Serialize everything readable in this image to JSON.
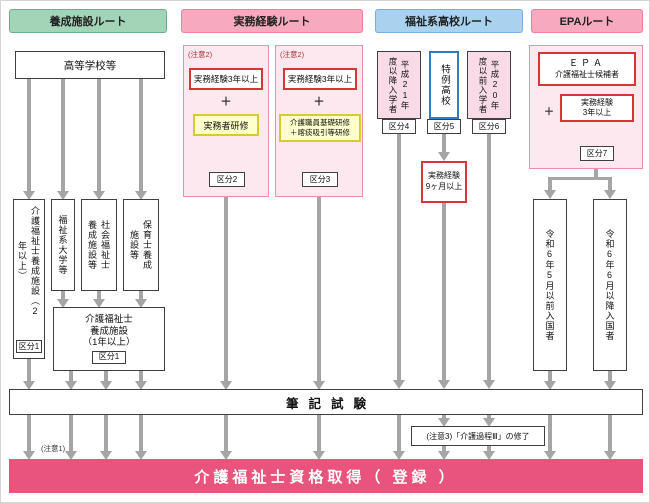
{
  "headers": {
    "training_facility": "養成施設ルート",
    "work_experience": "実務経験ルート",
    "welfare_highschool": "福祉系高校ルート",
    "epa": "EPAルート"
  },
  "training_facility": {
    "high_school": "高等学校等",
    "kaigo_2yr": "介護福祉士養成施設（2年以上）",
    "kaigo_2yr_kubun": "区分1",
    "welfare_univ": "福祉系大学等",
    "social_worker_facility": "社会福祉士養成施設等",
    "childcare_facility": "保育士養成施設等",
    "kaigo_1yr_line1": "介護福祉士",
    "kaigo_1yr_line2": "養成施設",
    "kaigo_1yr_line3": "（1年以上）",
    "kaigo_1yr_kubun": "区分1"
  },
  "work_experience": {
    "note": "(注意2)",
    "exp_3yr": "実務経験3年以上",
    "plus": "＋",
    "jitsumusha_training": "実務者研修",
    "kubun2": "区分2",
    "kiso_training_line1": "介護職員基礎研修",
    "kiso_training_line2": "＋喀痰吸引等研修",
    "kubun3": "区分3"
  },
  "welfare_highschool": {
    "h21_after": "平成21年度以降入学者",
    "kubun4": "区分4",
    "tokurei": "特例高校",
    "kubun5": "区分5",
    "h20_before": "平成20年度以前入学者",
    "kubun6": "区分6",
    "exp_9mo_line1": "実務経験",
    "exp_9mo_line2": "9ヶ月以上"
  },
  "epa": {
    "candidate_line1": "ＥＰＡ",
    "candidate_line2": "介護福祉士候補者",
    "plus": "＋",
    "exp_3yr_line1": "実務経験",
    "exp_3yr_line2": "3年以上",
    "kubun7": "区分7",
    "entry_before_may": "令和6年5月以前入国者",
    "entry_after_june": "令和6年6月以降入国者"
  },
  "bottom": {
    "written_exam": "筆記試験",
    "note1": "(注意1)",
    "note3": "(注意3)「介護過程Ⅲ」の修了",
    "final": "介護福祉士資格取得（ 登録 ）"
  },
  "colors": {
    "green_header": "#a2d5b8",
    "pink_header": "#f7a9bf",
    "blue_header": "#a9d2ef",
    "pink_panel_bg": "#fde8ef",
    "pink_panel_border": "#ef8fa9",
    "pink_box_fill": "#f9dbe7",
    "red_border": "#d53535",
    "yellow_bg": "#ffffcd",
    "yellow_border": "#d9cb2e",
    "blue_border": "#2e7cc3",
    "final_bg": "#e8547b",
    "arrow": "#a5a5a5"
  }
}
